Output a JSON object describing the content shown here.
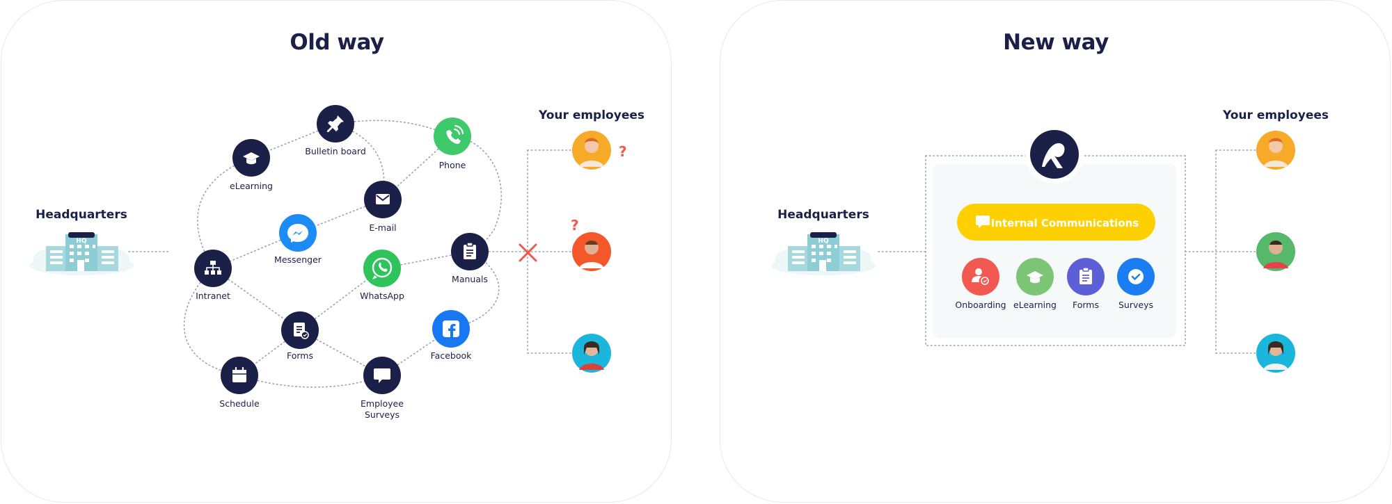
{
  "old_way": {
    "title": "Old way",
    "headquarters_label": "Headquarters",
    "hq_sign": "HQ",
    "employees_label": "Your employees",
    "question_mark": "?",
    "channels": {
      "bulletin": "Bulletin board",
      "elearning": "eLearning",
      "phone": "Phone",
      "email": "E-mail",
      "messenger": "Messenger",
      "intranet": "Intranet",
      "whatsapp": "WhatsApp",
      "manuals": "Manuals",
      "forms": "Forms",
      "facebook": "Facebook",
      "schedule": "Schedule",
      "surveys_line1": "Employee",
      "surveys_line2": "Surveys"
    }
  },
  "new_way": {
    "title": "New way",
    "headquarters_label": "Headquarters",
    "hq_sign": "HQ",
    "employees_label": "Your employees",
    "internal_comms_label": "Internal Communications",
    "features": {
      "onboarding": "Onboarding",
      "elearning": "eLearning",
      "forms": "Forms",
      "surveys": "Surveys"
    }
  },
  "colors": {
    "navy": "#1b2048",
    "yellow": "#ffd000",
    "red": "#f25850",
    "green": "#7cc576",
    "purple": "#5d5fd7",
    "blue": "#1a7ef2",
    "hq_teal": "#a6d8de",
    "whatsapp_green": "#2fc35b"
  }
}
